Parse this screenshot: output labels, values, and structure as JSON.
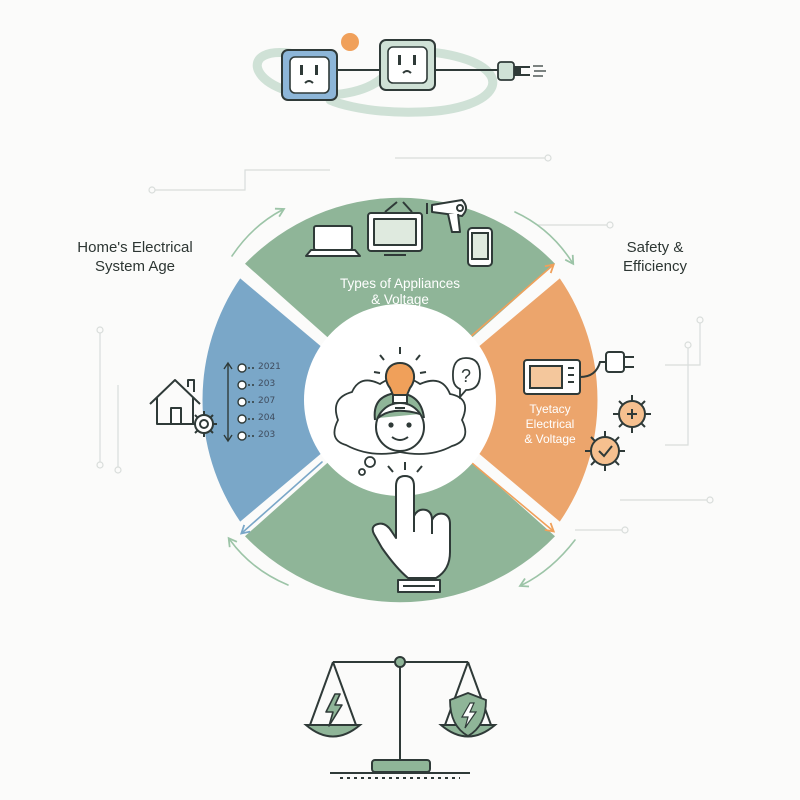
{
  "labels": {
    "home_age_line1": "Home's Electrical",
    "home_age_line2": "System Age",
    "safety_line1": "Safety &",
    "safety_line2": "Efficiency",
    "appliances_line1": "Types of Appliances",
    "appliances_line2": "& Voltage",
    "orange_line1": "Tyetacy",
    "orange_line2": "Electrical",
    "orange_line3": "& Voltage"
  },
  "timeline_years": [
    "2021",
    "203",
    "207",
    "204",
    "203"
  ],
  "colors": {
    "green": "#8fb598",
    "blue": "#7aa7c8",
    "orange": "#eca56c",
    "accent_orange": "#f0a05a",
    "line": "#2f3a38",
    "connector": "#d8dcda"
  },
  "icons": [
    "outlet-icon",
    "plug-icon",
    "laptop-icon",
    "tv-icon",
    "hair-dryer-icon",
    "phone-icon",
    "house-icon",
    "gear-icon",
    "microwave-icon",
    "lightbulb-icon",
    "question-icon",
    "person-icon",
    "hand-pointer-icon",
    "balance-scale-icon",
    "lightning-icon",
    "shield-icon"
  ]
}
